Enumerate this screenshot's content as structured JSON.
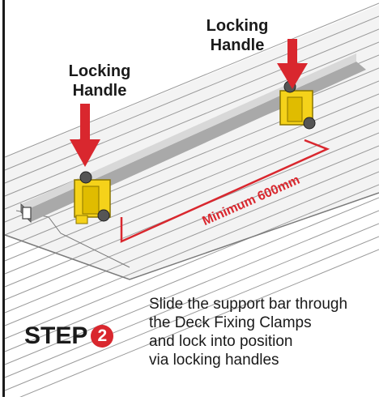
{
  "callouts": {
    "handle_right": {
      "line1": "Locking",
      "line2": "Handle"
    },
    "handle_left": {
      "line1": "Locking",
      "line2": "Handle"
    }
  },
  "dimension_label": "Minimum 600mm",
  "step": {
    "label": "STEP",
    "number": "2"
  },
  "instructions": [
    "Slide the support bar through",
    "the Deck Fixing Clamps",
    "and lock into position",
    "via locking handles"
  ],
  "colors": {
    "arrow": "#d9272e",
    "clamp": "#f5d21a",
    "bar": "#c4c4c4",
    "dimension": "#d9272e",
    "deck_line": "#9a9a9a",
    "text": "#1a1a1a"
  }
}
